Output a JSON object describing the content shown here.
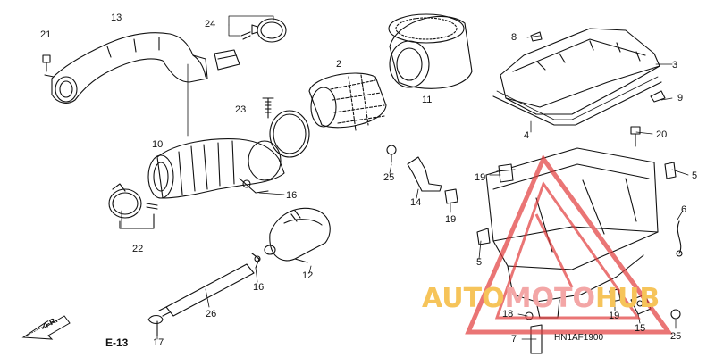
{
  "labels": {
    "p13": "13",
    "p24": "24",
    "p21": "21",
    "p2": "2",
    "p11": "11",
    "p23": "23",
    "p10": "10",
    "p16a": "16",
    "p22": "22",
    "p12": "12",
    "p16b": "16",
    "p26": "26",
    "p17": "17",
    "p8": "8",
    "p3": "3",
    "p9": "9",
    "p4": "4",
    "p20": "20",
    "p25a": "25",
    "p14": "14",
    "p19a": "19",
    "p19b": "19",
    "p5a": "5",
    "p6": "6",
    "p5b": "5",
    "p18": "18",
    "p7": "7",
    "p19c": "19",
    "p15": "15",
    "p25b": "25"
  },
  "diagram_code": "HN1AF1900",
  "ref_label": "E-13",
  "direction_label": "FR.",
  "watermark": {
    "part1": "AUTO",
    "part2": "MOTO",
    "part3": "HUB",
    "color1": "#f6c45a",
    "color2": "#f3a6a6",
    "logo_color": "#e23b3b"
  }
}
